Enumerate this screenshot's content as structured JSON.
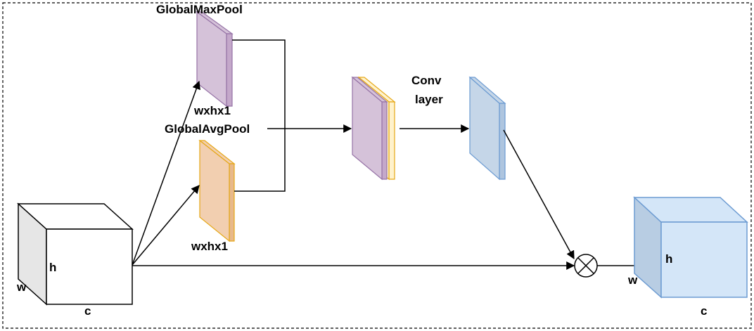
{
  "labels": {
    "max_pool": "GlobalMaxPool",
    "max_pool_dims": "wxhx1",
    "avg_pool": "GlobalAvgPool",
    "avg_pool_dims": "wxhx1",
    "conv_line1": "Conv",
    "conv_line2": "layer",
    "input_h": "h",
    "input_w": "w",
    "input_c": "c",
    "output_h": "h",
    "output_w": "w",
    "output_c": "c"
  },
  "operator": "multiply-circle-icon",
  "colors": {
    "purple_fill": "#d5c2d9",
    "purple_stroke": "#9673a6",
    "orange_fill": "#f2cfb0",
    "orange_stroke": "#e6a817",
    "yellow_fill": "#fff2cc",
    "blue_fill": "#c5d6e8",
    "blue_stroke": "#6c9bd2",
    "output_fill": "#d4e6f8",
    "output_side": "#b8cde3",
    "input_side": "#e6e6e6"
  }
}
